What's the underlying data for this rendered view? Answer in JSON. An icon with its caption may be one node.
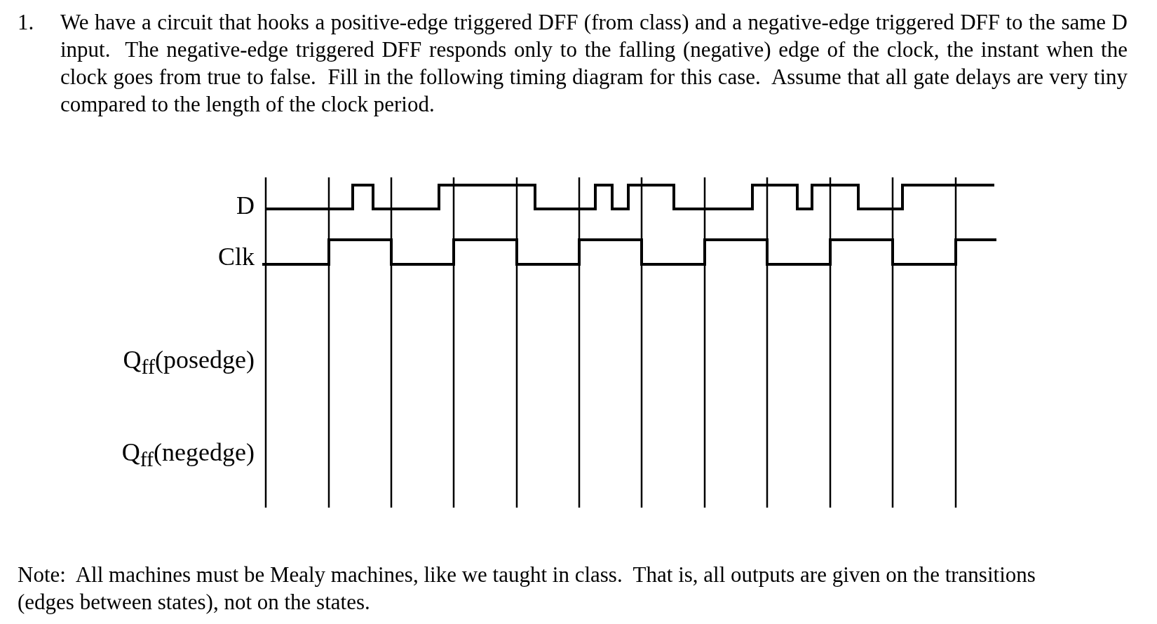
{
  "diagram": {
    "labels": [
      "1.",
      "We have a circuit that hooks a positive-edge triggered DFF (from class) and a negative-edge triggered DFF to the same D input.  The negative-edge triggered DFF responds only to the falling (negative) edge of the clock, the instant when the clock goes from true to false.  Fill in the following timing diagram for this case.  Assume that all gate delays are very tiny compared to the length of the clock period.",
      "D",
      "Clk",
      "Q$_{ff}$(posedge)",
      "Q$_{ff}$(negedge)",
      "Note:  All machines must be Mealy machines, like we taught in class.  That is, all outputs are given on the transitions (edges between states), not on the states."
    ]
  }
}
